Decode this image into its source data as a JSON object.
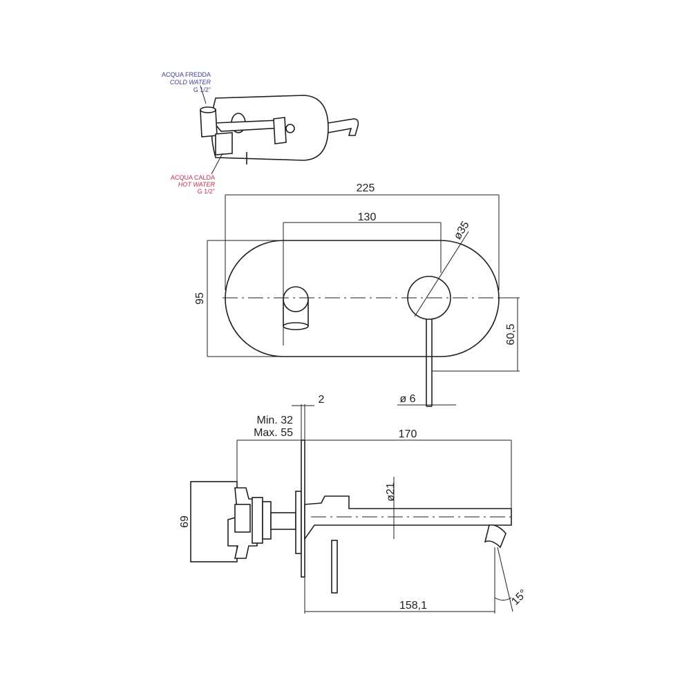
{
  "annotations": {
    "cold": {
      "it": "ACQUA FREDDA",
      "en": "COLD WATER",
      "size": "G 1/2\"",
      "color": "#3b3f8f"
    },
    "hot": {
      "it": "ACQUA CALDA",
      "en": "HOT WATER",
      "size": "G 1/2\"",
      "color": "#c0304a"
    }
  },
  "dimensions": {
    "overall_width": "225",
    "center_distance": "130",
    "knob_diameter": "ø35",
    "plate_height": "95",
    "lever_offset": "60,5",
    "lever_diameter": "ø 6",
    "cover_thickness": "2",
    "min_depth": "Min.  32",
    "max_depth": "Max. 55",
    "spout_reach": "170",
    "spout_diameter": "ø21",
    "box_height": "69",
    "outlet_reach": "158,1",
    "outlet_angle": "15°"
  },
  "colors": {
    "line": "#1e1e1e",
    "background": "#ffffff"
  }
}
